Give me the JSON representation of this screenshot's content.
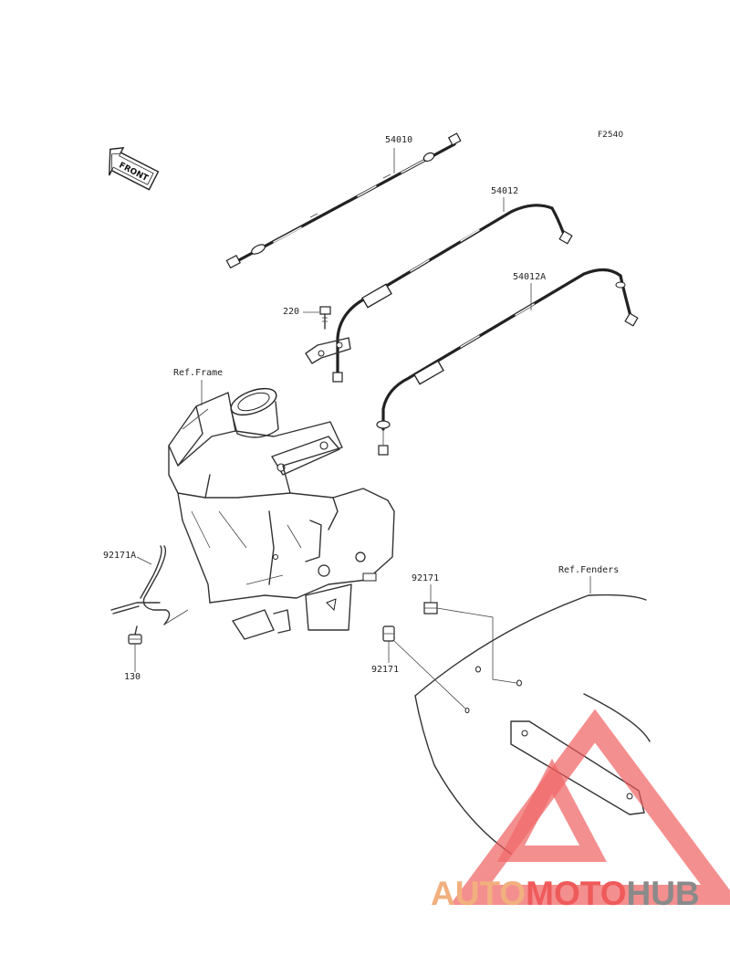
{
  "figure_code": "F2540",
  "front_badge": "FRONT",
  "labels": {
    "cable_54010": "54010",
    "cable_54012": "54012",
    "cable_54012a": "54012A",
    "bolt_220": "220",
    "ref_frame": "Ref.Frame",
    "ref_fenders": "Ref.Fenders",
    "clamp_92171a": "92171A",
    "bolt_130": "130",
    "clamp_92171_upper": "92171",
    "clamp_92171_lower": "92171"
  },
  "watermark": {
    "part1": "AUTO",
    "part2": "MOTO",
    "part3": "HUB",
    "colors": {
      "orange": "#f2b07e",
      "red": "#ef5a5a",
      "gray": "#8a8a8a"
    }
  }
}
